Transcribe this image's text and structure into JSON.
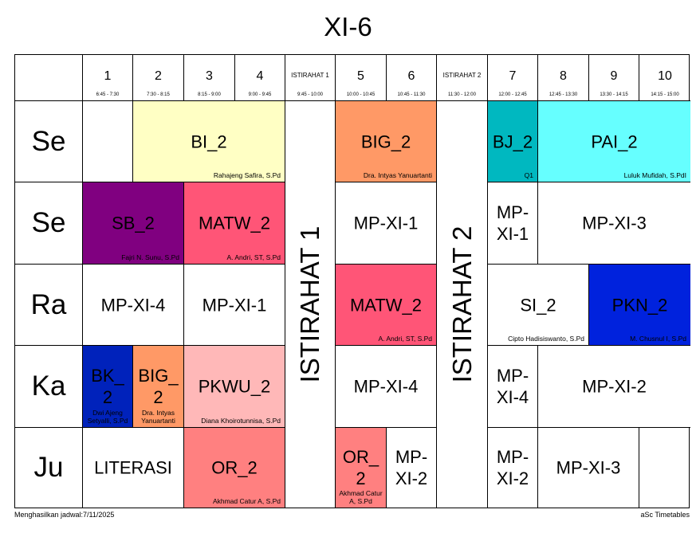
{
  "title": "XI-6",
  "header": {
    "periods": [
      {
        "num": "1",
        "time": "6:45 - 7:30"
      },
      {
        "num": "2",
        "time": "7:30 - 8:15"
      },
      {
        "num": "3",
        "time": "8:15 - 9:00"
      },
      {
        "num": "4",
        "time": "9:00 - 9:45"
      },
      {
        "num": "ISTIRAHAT 1",
        "time": "9:45 - 10:00"
      },
      {
        "num": "5",
        "time": "10:00 - 10:45"
      },
      {
        "num": "6",
        "time": "10:45 - 11:30"
      },
      {
        "num": "ISTIRAHAT 2",
        "time": "11:30 - 12:00"
      },
      {
        "num": "7",
        "time": "12:00 - 12:45"
      },
      {
        "num": "8",
        "time": "12:45 - 13:30"
      },
      {
        "num": "9",
        "time": "13:30 - 14:15"
      },
      {
        "num": "10",
        "time": "14:15 - 15:00"
      }
    ]
  },
  "days": [
    "Se",
    "Se",
    "Ra",
    "Ka",
    "Ju"
  ],
  "breaks": [
    "ISTIRAHAT 1",
    "ISTIRAHAT 2"
  ],
  "colors": {
    "BI": "#ffffc4",
    "BIG": "#ff9966",
    "BJ": "#00b8c0",
    "PAI": "#66ffff",
    "SB": "#800080",
    "MATW": "#ff5577",
    "PKN": "#0022dd",
    "BK": "#0022bb",
    "PKWU": "#ffb8b8",
    "OR": "#ff8080"
  },
  "lessons": [
    {
      "subject": "BI_2",
      "teacher": "Rahajeng Safira, S.Pd",
      "color": "#ffffc4"
    },
    {
      "subject": "BIG_2",
      "teacher": "Dra. Intyas Yanuartanti",
      "color": "#ff9966"
    },
    {
      "subject": "BJ_2",
      "teacher": "Q1",
      "color": "#00b8c0"
    },
    {
      "subject": "PAI_2",
      "teacher": "Luluk Mufidah, S.PdI",
      "color": "#66ffff"
    },
    {
      "subject": "SB_2",
      "teacher": "Fajri N. Sunu, S.Pd",
      "color": "#800080"
    },
    {
      "subject": "MATW_2",
      "teacher": "A. Andri, ST, S.Pd",
      "color": "#ff5577"
    },
    {
      "subject": "MP-XI-1",
      "teacher": "",
      "color": "#ffffff"
    },
    {
      "subject": "MP-\nXI-1",
      "teacher": "",
      "color": "#ffffff"
    },
    {
      "subject": "MP-XI-3",
      "teacher": "",
      "color": "#ffffff"
    },
    {
      "subject": "MP-XI-4",
      "teacher": "",
      "color": "#ffffff"
    },
    {
      "subject": "MP-XI-1",
      "teacher": "",
      "color": "#ffffff"
    },
    {
      "subject": "MATW_2",
      "teacher": "A. Andri, ST, S.Pd",
      "color": "#ff5577"
    },
    {
      "subject": "SI_2",
      "teacher": "Cipto Hadisiswanto, S.Pd",
      "color": "#ffffff"
    },
    {
      "subject": "PKN_2",
      "teacher": "M. Chusnul I, S.Pd",
      "color": "#0022dd"
    },
    {
      "subject": "BK_\n2",
      "teacher": "Dwi Ajeng\nSetyalli, S.Pd",
      "color": "#0022bb"
    },
    {
      "subject": "BIG_\n2",
      "teacher": "Dra. Intyas\nYanuartanti",
      "color": "#ff9966"
    },
    {
      "subject": "PKWU_2",
      "teacher": "Diana Khoirotunnisa, S.Pd",
      "color": "#ffb8b8"
    },
    {
      "subject": "MP-XI-4",
      "teacher": "",
      "color": "#ffffff"
    },
    {
      "subject": "MP-\nXI-4",
      "teacher": "",
      "color": "#ffffff"
    },
    {
      "subject": "MP-XI-2",
      "teacher": "",
      "color": "#ffffff"
    },
    {
      "subject": "LITERASI",
      "teacher": "",
      "color": "#ffffff"
    },
    {
      "subject": "OR_2",
      "teacher": "Akhmad Catur A, S.Pd",
      "color": "#ff8080"
    },
    {
      "subject": "OR_\n2",
      "teacher": "Akhmad Catur\nA, S.Pd",
      "color": "#ff8080"
    },
    {
      "subject": "MP-\nXI-2",
      "teacher": "",
      "color": "#ffffff"
    },
    {
      "subject": "MP-\nXI-2",
      "teacher": "",
      "color": "#ffffff"
    },
    {
      "subject": "MP-XI-3",
      "teacher": "",
      "color": "#ffffff"
    }
  ],
  "footer": {
    "generated": "Menghasilkan jadwal:7/11/2025",
    "brand": "aSc Timetables"
  }
}
